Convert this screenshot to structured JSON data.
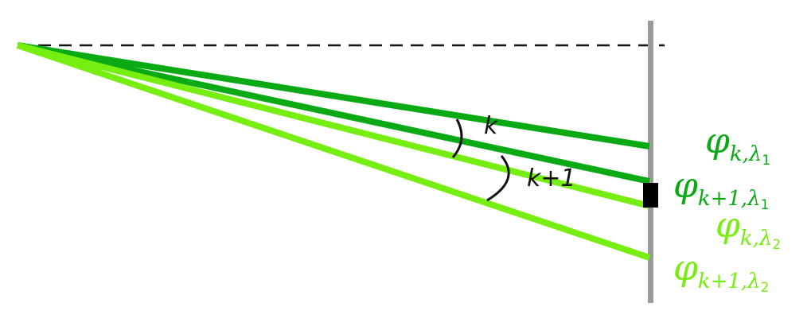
{
  "colors": {
    "lambda1": "#0aaa14",
    "lambda2": "#77ee11",
    "screen": "#9a9a9a",
    "axis": "#111111",
    "slit": "#000000"
  },
  "angles": {
    "k": "k",
    "k_plus_1": "k+1"
  },
  "labels": {
    "phi": "φ",
    "l1_k": {
      "order": "k",
      "sep": ",",
      "lambda": "λ",
      "index": "1"
    },
    "l1_k1": {
      "order": "k+1",
      "sep": ",",
      "lambda": "λ",
      "index": "1"
    },
    "l2_k": {
      "order": "k",
      "sep": ",",
      "lambda": "λ",
      "index": "2"
    },
    "l2_k1": {
      "order": "k+1",
      "sep": ",",
      "lambda": "λ",
      "index": "2"
    }
  }
}
